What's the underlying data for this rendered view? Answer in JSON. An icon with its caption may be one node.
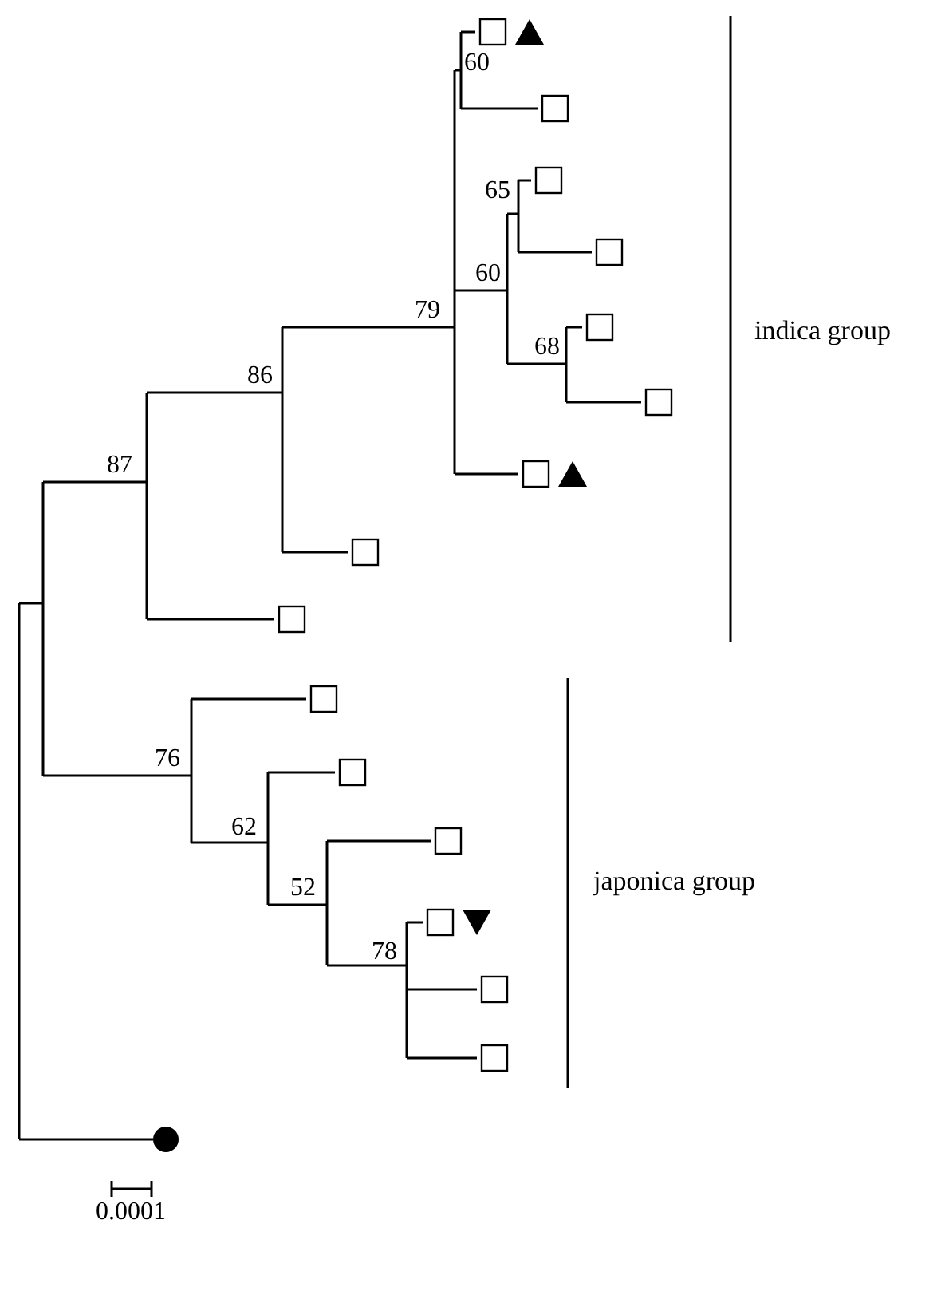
{
  "diagram": {
    "labels": [
      "60",
      "65",
      "60",
      "79",
      "indica group",
      "86",
      "68",
      "87",
      "76",
      "62",
      "japonica group",
      "52",
      "78",
      "0.0001"
    ]
  }
}
